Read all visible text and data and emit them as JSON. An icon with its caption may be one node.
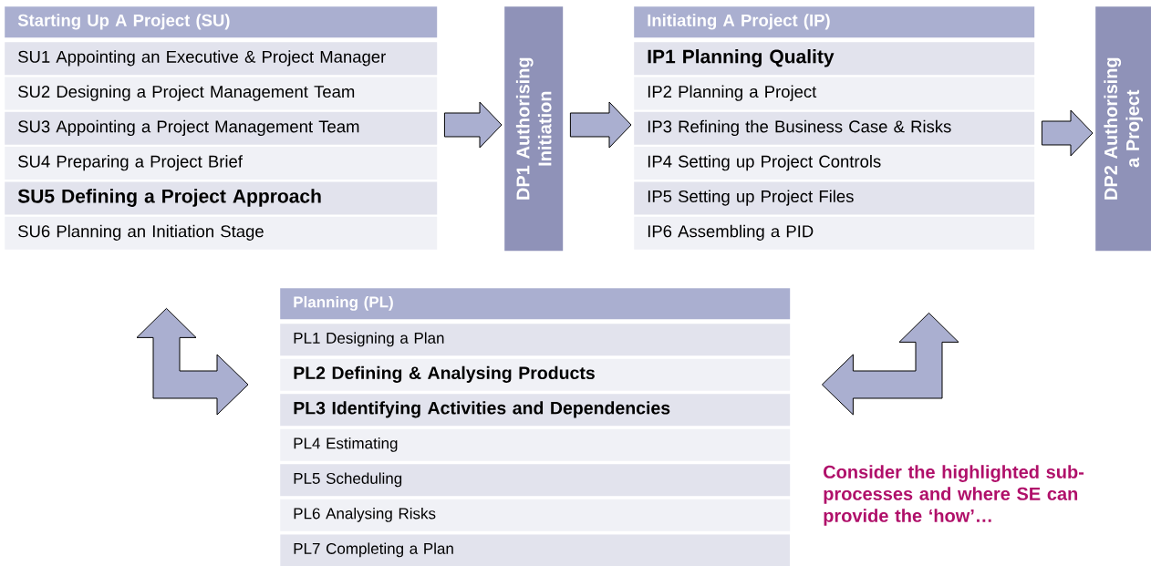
{
  "diagram": {
    "nodes": [
      {
        "text": [
          "Starting Up A Project (SU)"
        ]
      },
      {
        "text": [
          "SU1 Appointing an Executive & Project Manager"
        ]
      },
      {
        "text": [
          "SU2 Designing a Project Management Team"
        ]
      },
      {
        "text": [
          "SU3 Appointing a Project Management Team"
        ]
      },
      {
        "text": [
          "SU4 Preparing a Project Brief"
        ]
      },
      {
        "text": [
          "SU5 Defining a Project Approach"
        ]
      },
      {
        "text": [
          "SU6 Planning an Initiation Stage"
        ]
      },
      {
        "text": [
          "DP1 Authorising Initiation"
        ]
      },
      {
        "text": [
          "Initiating A Project (IP)"
        ]
      },
      {
        "text": [
          "IP1 Planning Quality"
        ]
      },
      {
        "text": [
          "IP2 Planning a Project"
        ]
      },
      {
        "text": [
          "IP3 Refining the Business Case & Risks"
        ]
      },
      {
        "text": [
          "IP4 Setting up Project Controls"
        ]
      },
      {
        "text": [
          "IP5 Setting up Project Files"
        ]
      },
      {
        "text": [
          "IP6 Assembling a PID"
        ]
      },
      {
        "text": [
          "DP2 Authorising a Project"
        ]
      },
      {
        "text": [
          "Planning (PL)"
        ]
      },
      {
        "text": [
          "PL1 Designing a Plan"
        ]
      },
      {
        "text": [
          "PL2 Defining & Analysing Products"
        ]
      },
      {
        "text": [
          "PL3 Identifying Activities and Dependencies"
        ]
      },
      {
        "text": [
          "PL4 Estimating"
        ]
      },
      {
        "text": [
          "PL5 Scheduling"
        ]
      },
      {
        "text": [
          "PL6 Analysing Risks"
        ]
      },
      {
        "text": [
          "PL7 Completing a Plan"
        ]
      }
    ],
    "edges": [
      {
        "from": 3,
        "to": 7,
        "arrow": "to"
      },
      {
        "from": 7,
        "to": 11,
        "arrow": "to"
      },
      {
        "from": 11,
        "to": 15,
        "arrow": "to"
      },
      {
        "from": 6,
        "to": 18,
        "arrow": "both"
      },
      {
        "from": 14,
        "to": 18,
        "arrow": "both"
      }
    ],
    "labels": [
      "Consider the highlighted sub-processes and where SE can provide the ‘how’…"
    ]
  }
}
